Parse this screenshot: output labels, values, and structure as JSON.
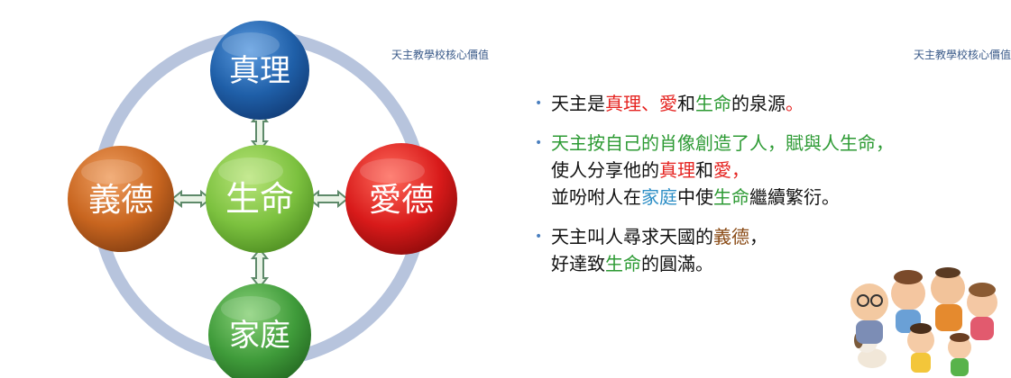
{
  "left_slide": {
    "header": "天主教學校核心價值",
    "nodes": {
      "top": "真理",
      "center": "生命",
      "left": "義德",
      "right": "愛德",
      "bottom": "家庭"
    }
  },
  "right_slide": {
    "header": "天主教學校核心價值",
    "bullet_1": {
      "part_1": "天主是",
      "part_2": "真理",
      "part_3": "、",
      "part_4": "愛",
      "part_5": "和",
      "part_6": "生命",
      "part_7": "的泉源",
      "part_8": "。"
    },
    "bullet_2": {
      "line_1": "天主按自己的肖像創造了人，賦與人生命，",
      "line_2_part_1": "使人分享他的",
      "line_2_part_2": "真理",
      "line_2_part_3": "和",
      "line_2_part_4": "愛，",
      "line_3_part_1": "並吩咐人在",
      "line_3_part_2": "家庭",
      "line_3_part_3": "中使",
      "line_3_part_4": "生命",
      "line_3_part_5": "繼續繁衍。"
    },
    "bullet_3": {
      "line_1_part_1": "天主叫人尋求天國的",
      "line_1_part_2": "義德",
      "line_1_part_3": "，",
      "line_2_part_1": "好達致",
      "line_2_part_2": "生命",
      "line_2_part_3": "的圓滿。"
    }
  },
  "colors": {
    "truth_blue": "#1f5fa8",
    "life_green": "#7cc13f",
    "charity_red": "#d81a1a",
    "justice_orange": "#c8651f",
    "family_green": "#3f9b3a",
    "ring": "#b7c4dd",
    "text_red": "#e52421",
    "text_green": "#2c9a33",
    "text_blue": "#2e8fc6",
    "text_brown": "#8a4b16",
    "header": "#3b5b8a"
  },
  "icons": {
    "family_art": "cartoon-family-icon"
  }
}
